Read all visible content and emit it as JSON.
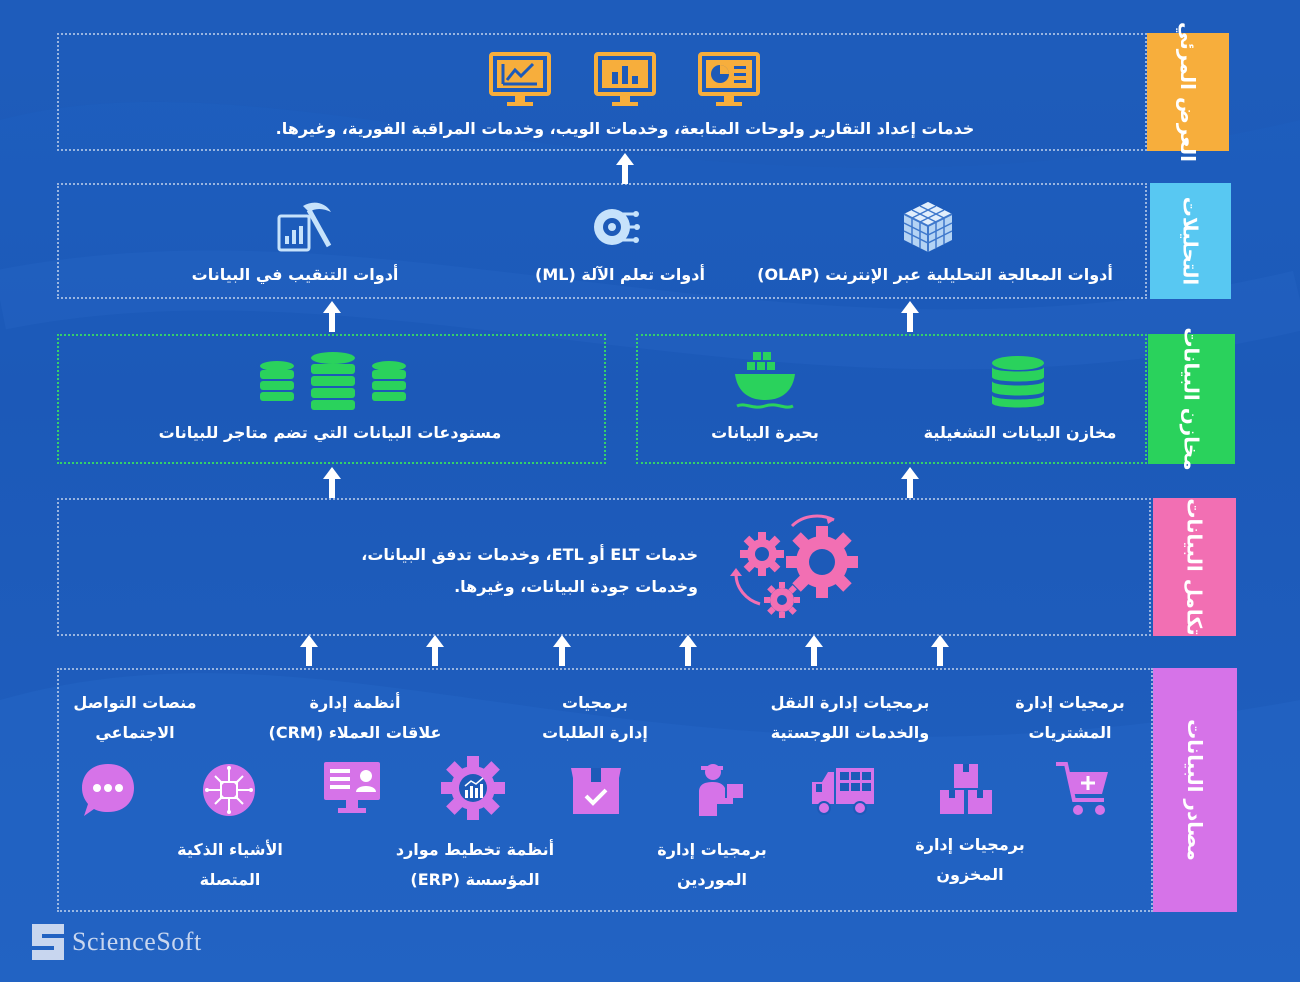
{
  "layers": {
    "visual": {
      "label": "العرض المرئي",
      "color": "#f7ae3c",
      "text": "خدمات إعداد التقارير ولوحات المتابعة، وخدمات الويب، وخدمات المراقبة الفورية، وغيرها.",
      "icons": [
        "monitor-chart-icon",
        "monitor-bar-chart-icon",
        "monitor-pie-chart-icon"
      ]
    },
    "analytics": {
      "label": "التحليلات",
      "color": "#58c8f2",
      "items": [
        {
          "text": "أدوات المعالجة التحليلية عبر الإنترنت (OLAP)",
          "icon": "cube-icon"
        },
        {
          "text": "أدوات تعلم الآلة  (ML)",
          "icon": "machine-learning-icon"
        },
        {
          "text": "أدوات التنقيب في البيانات",
          "icon": "data-mining-icon"
        }
      ]
    },
    "storage": {
      "label": "مخازن البيانات",
      "color": "#2ad25c",
      "items": [
        {
          "text": "مخازن البيانات التشغيلية",
          "icon": "database-icon"
        },
        {
          "text": "بحيرة البيانات",
          "icon": "data-lake-icon"
        },
        {
          "text": "مستودعات البيانات التي تضم متاجر للبيانات",
          "icon": "data-warehouse-icon"
        }
      ]
    },
    "integration": {
      "label": "تكامل البيانات",
      "color": "#f26fb3",
      "line1": "خدمات ELT  أو ETL، وخدمات تدفق البيانات،",
      "line2": "وخدمات جودة البيانات، وغيرها.",
      "icon": "gears-icon"
    },
    "sources": {
      "label": "مصادر البيانات",
      "color": "#d673e8",
      "top": [
        {
          "text": "برمجيات إدارة\nالمشتريات"
        },
        {
          "text": "برمجيات إدارة النقل\nوالخدمات اللوجستية"
        },
        {
          "text": "برمجيات\nإدارة الطلبات"
        },
        {
          "text": "أنظمة إدارة\nعلاقات العملاء (CRM)"
        },
        {
          "text": "منصات التواصل\nالاجتماعي"
        }
      ],
      "bottom": [
        {
          "text": "برمجيات إدارة\nالمخزون"
        },
        {
          "text": "برمجيات إدارة\nالموردين"
        },
        {
          "text": "أنظمة تخطيط موارد\nالمؤسسة (ERP)"
        },
        {
          "text": "الأشياء الذكية\nالمتصلة"
        }
      ],
      "icons": [
        "shopping-cart-icon",
        "warehouse-boxes-icon",
        "delivery-truck-icon",
        "supplier-person-icon",
        "order-box-icon",
        "erp-gear-icon",
        "crm-monitor-icon",
        "iot-chip-icon",
        "chat-bubble-icon"
      ]
    }
  },
  "brand": {
    "name": "ScienceSoft"
  }
}
